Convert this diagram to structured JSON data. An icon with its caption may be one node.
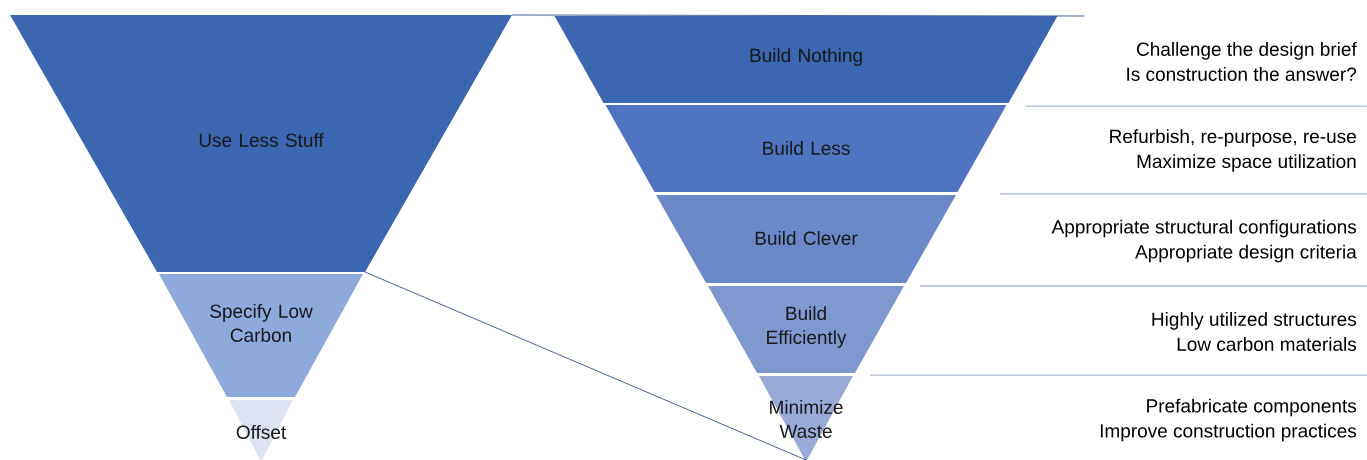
{
  "diagram": {
    "nodes": [
      {
        "text": [
          "Use Less Stuff"
        ]
      },
      {
        "text": [
          "Specify Low Carbon"
        ]
      },
      {
        "text": [
          "Offset"
        ]
      },
      {
        "text": [
          "Build Nothing"
        ],
        "beside": [
          "Challenge the design brief",
          "Is construction the answer?"
        ]
      },
      {
        "text": [
          "Build Less"
        ],
        "beside": [
          "Refurbish, re-purpose, re-use",
          "Maximize space utilization"
        ]
      },
      {
        "text": [
          "Build Clever"
        ],
        "beside": [
          "Appropriate structural configurations",
          "Appropriate design criteria"
        ]
      },
      {
        "text": [
          "Build Efficiently"
        ],
        "beside": [
          "Highly utilized structures",
          "Low carbon materials"
        ]
      },
      {
        "text": [
          "Minimize Waste"
        ],
        "beside": [
          "Prefabricate components",
          "Improve construction practices"
        ]
      }
    ],
    "edges": [
      {
        "from": 0,
        "to": 3,
        "arrow": "none"
      },
      {
        "from": 0,
        "to": 7,
        "arrow": "none"
      }
    ]
  }
}
